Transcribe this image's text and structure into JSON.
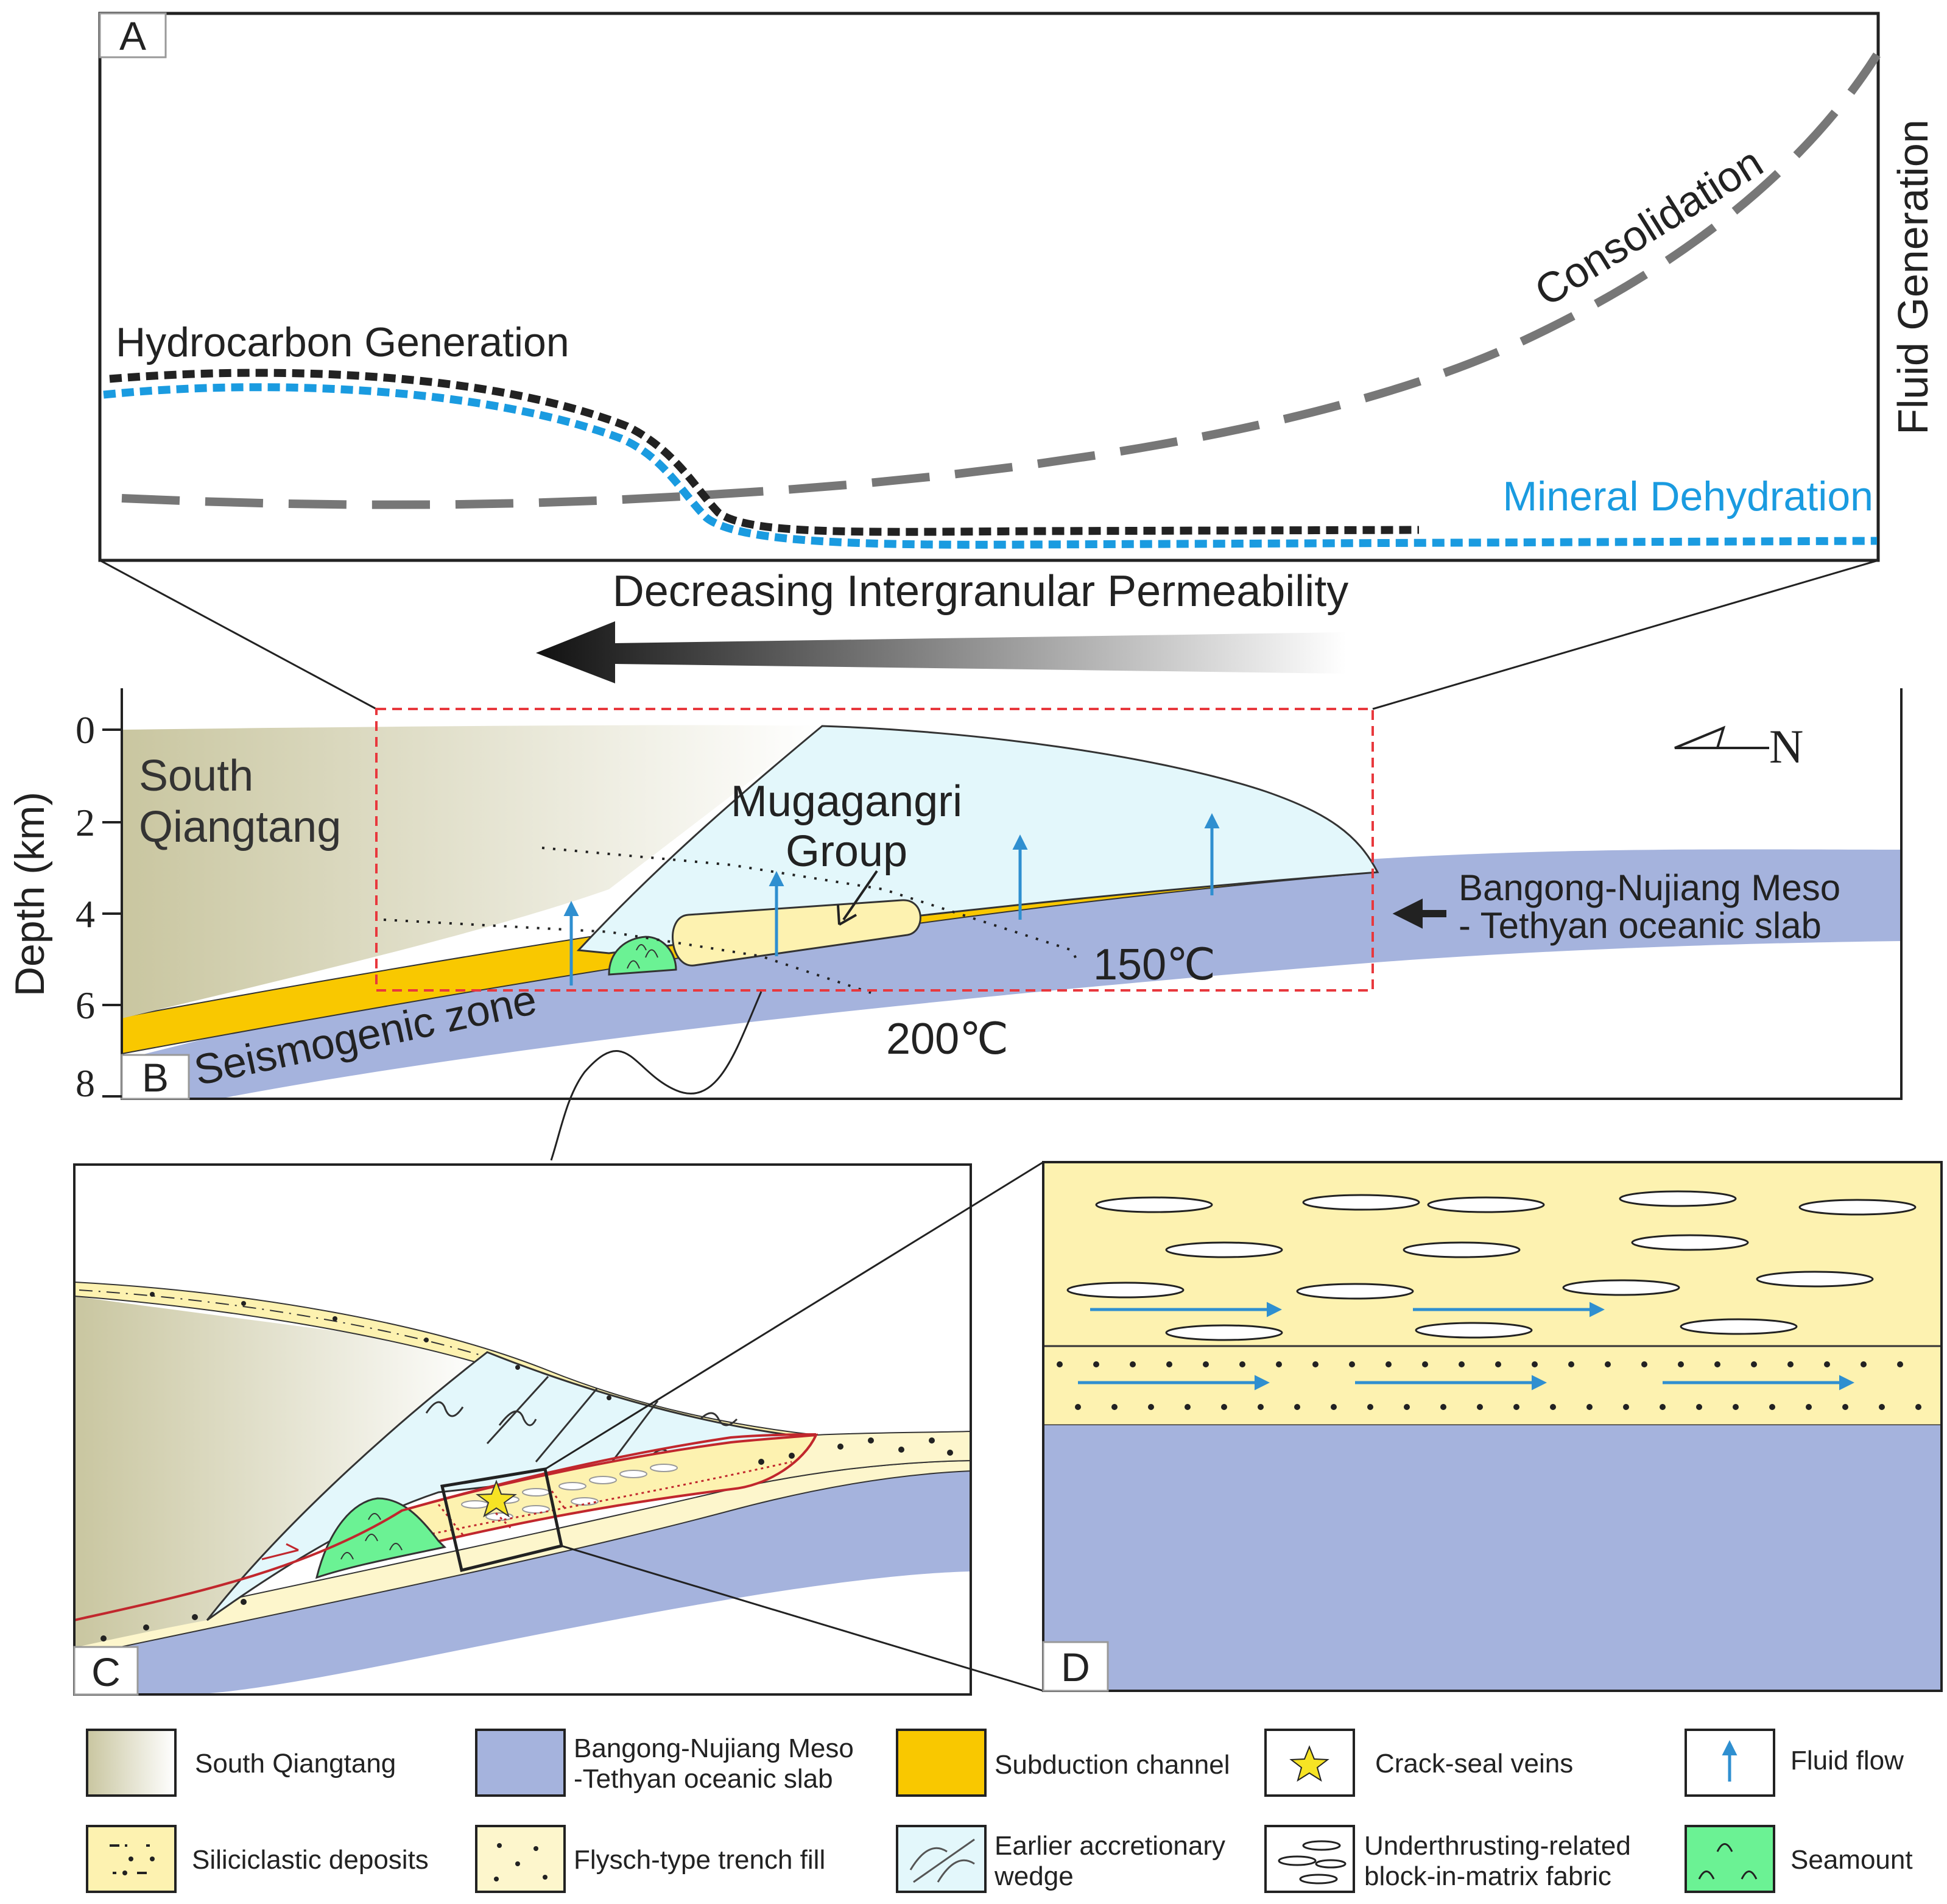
{
  "panel_labels": {
    "a": "A",
    "b": "B",
    "c": "C",
    "d": "D"
  },
  "panel_a": {
    "y_axis_label": "Fluid Generation",
    "curve_labels": {
      "hydrocarbon": "Hydrocarbon Generation",
      "mineral": "Mineral Dehydration",
      "consolidation": "Consolidation"
    },
    "arrow_label": "Decreasing Intergranular Permeability"
  },
  "panel_b": {
    "depth_axis_label": "Depth (km)",
    "depth_ticks": [
      "0",
      "2",
      "4",
      "6",
      "8"
    ],
    "north": "N",
    "labels": {
      "south_qiangtang_1": "South",
      "south_qiangtang_2": "Qiangtang",
      "mugagangri_1": "Mugagangri",
      "mugagangri_2": "Group",
      "slab_1": "Bangong-Nujiang Meso",
      "slab_2": "- Tethyan oceanic slab",
      "seismogenic": "Seismogenic zone",
      "iso150": "150℃",
      "iso200": "200℃"
    }
  },
  "legend": [
    {
      "key": "south-qiangtang",
      "label_lines": [
        "South Qiangtang"
      ]
    },
    {
      "key": "oceanic-slab",
      "label_lines": [
        "Bangong-Nujiang Meso",
        "-Tethyan oceanic slab"
      ]
    },
    {
      "key": "subduction-channel",
      "label_lines": [
        "Subduction channel"
      ]
    },
    {
      "key": "crack-seal-veins",
      "label_lines": [
        "Crack-seal veins"
      ]
    },
    {
      "key": "fluid-flow",
      "label_lines": [
        "Fluid flow"
      ]
    },
    {
      "key": "siliciclastic",
      "label_lines": [
        "Siliciclastic deposits"
      ]
    },
    {
      "key": "flysch",
      "label_lines": [
        "Flysch-type trench fill"
      ]
    },
    {
      "key": "accretionary-wedge",
      "label_lines": [
        "Earlier accretionary",
        "wedge"
      ]
    },
    {
      "key": "block-in-matrix",
      "label_lines": [
        "Underthrusting-related",
        "block-in-matrix fabric"
      ]
    },
    {
      "key": "seamount",
      "label_lines": [
        "Seamount"
      ]
    }
  ],
  "colors": {
    "south_qiangtang_dark": "#c9c6a0",
    "slab": "#a5b3dd",
    "channel": "#f9c800",
    "siliciclastic": "#fdf2b0",
    "flysch": "#fdf6cc",
    "wedge": "#e3f7fb",
    "seamount": "#6bf294",
    "fluid": "#2f8fd0",
    "hydrocarbon": "#222222",
    "mineral": "#1a9be0",
    "consolidation": "#777777",
    "fault": "#c1272d",
    "dashed_box": "#e8383d",
    "star": "#f6e324"
  }
}
